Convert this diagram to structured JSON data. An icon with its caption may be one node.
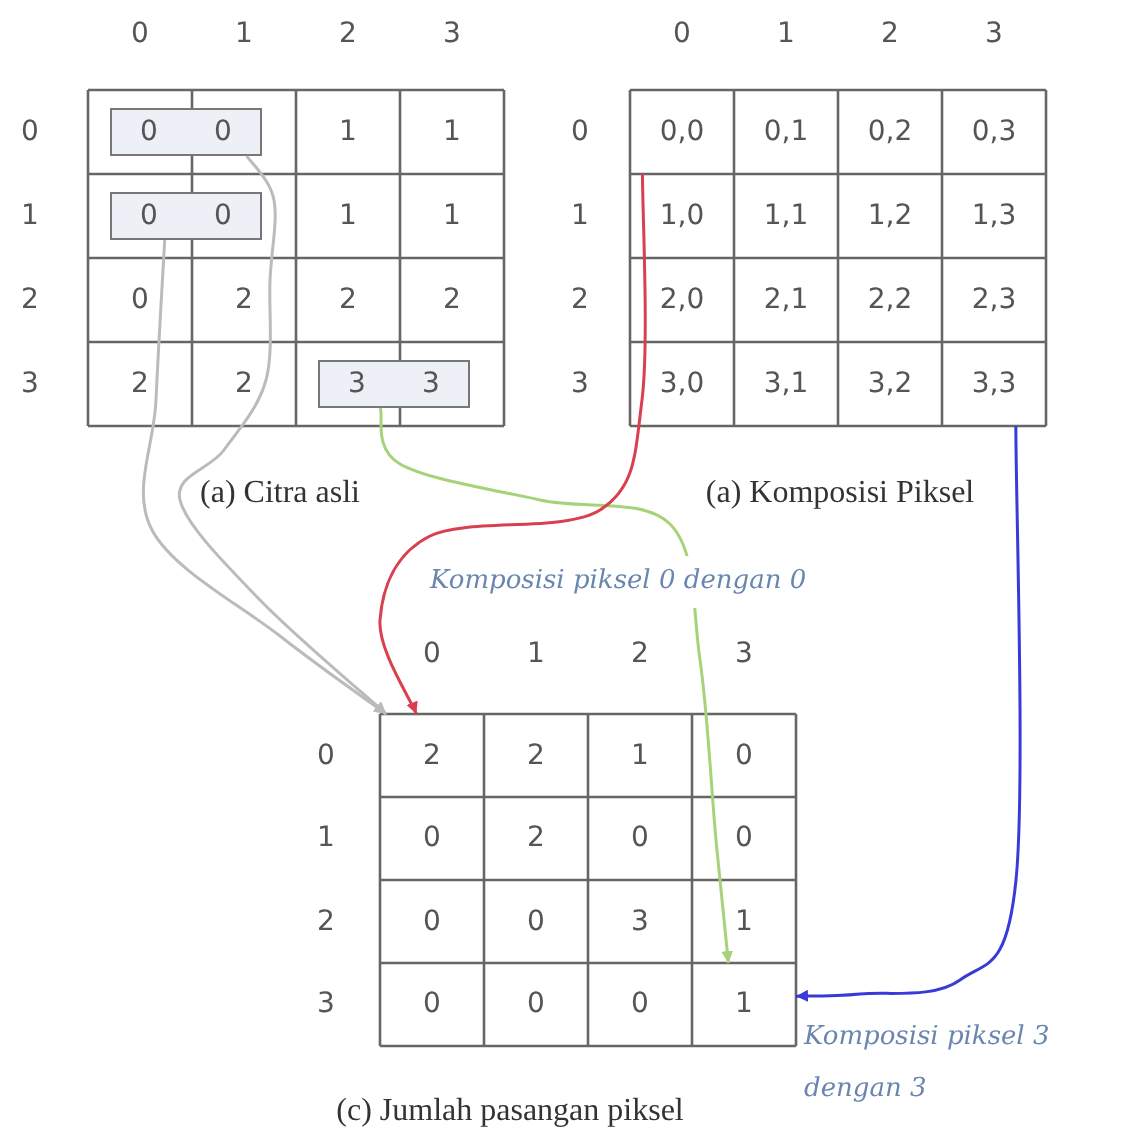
{
  "diagram": {
    "nodes": [
      {
        "text": [
          "0",
          "0"
        ]
      },
      {
        "text": [
          "0",
          "0"
        ]
      },
      {
        "text": [
          "3",
          "3"
        ]
      },
      {
        "text": [
          "0,0"
        ]
      },
      {
        "text": [
          "3,3"
        ]
      },
      {
        "text": [
          "2"
        ]
      },
      {
        "text": [
          "1"
        ]
      }
    ],
    "edges": [
      {
        "from": 0,
        "to": 5,
        "arrow": "to",
        "color": "#bbbbbb"
      },
      {
        "from": 1,
        "to": 5,
        "arrow": "to",
        "color": "#bbbbbb"
      },
      {
        "from": 2,
        "to": 6,
        "arrow": "to",
        "color": "#a6d37a"
      },
      {
        "from": 3,
        "to": 5,
        "arrow": "to",
        "color": "#d9404f"
      },
      {
        "from": 4,
        "to": 6,
        "arrow": "to",
        "color": "#3a3adb"
      }
    ],
    "labels": [
      "0",
      "1",
      "2",
      "3",
      "0",
      "1",
      "1",
      "1",
      "1",
      "1",
      "2",
      "0",
      "2",
      "2",
      "2",
      "3",
      "2",
      "2",
      "(a) Citra asli",
      "0",
      "1",
      "2",
      "3",
      "0",
      "0,1",
      "0,2",
      "0,3",
      "1",
      "1,0",
      "1,1",
      "1,2",
      "1,3",
      "2",
      "2,0",
      "2,1",
      "2,2",
      "2,3",
      "3",
      "3,0",
      "3,1",
      "3,2",
      "(a) Komposisi Piksel",
      "Komposisi piksel 0 dengan 0",
      "0",
      "1",
      "2",
      "3",
      "0",
      "2",
      "1",
      "0",
      "1",
      "0",
      "2",
      "0",
      "0",
      "2",
      "0",
      "0",
      "3",
      "1",
      "3",
      "0",
      "0",
      "0",
      "Komposisi piksel 3 dengan 3",
      "(c) Jumlah pasangan piksel"
    ]
  }
}
